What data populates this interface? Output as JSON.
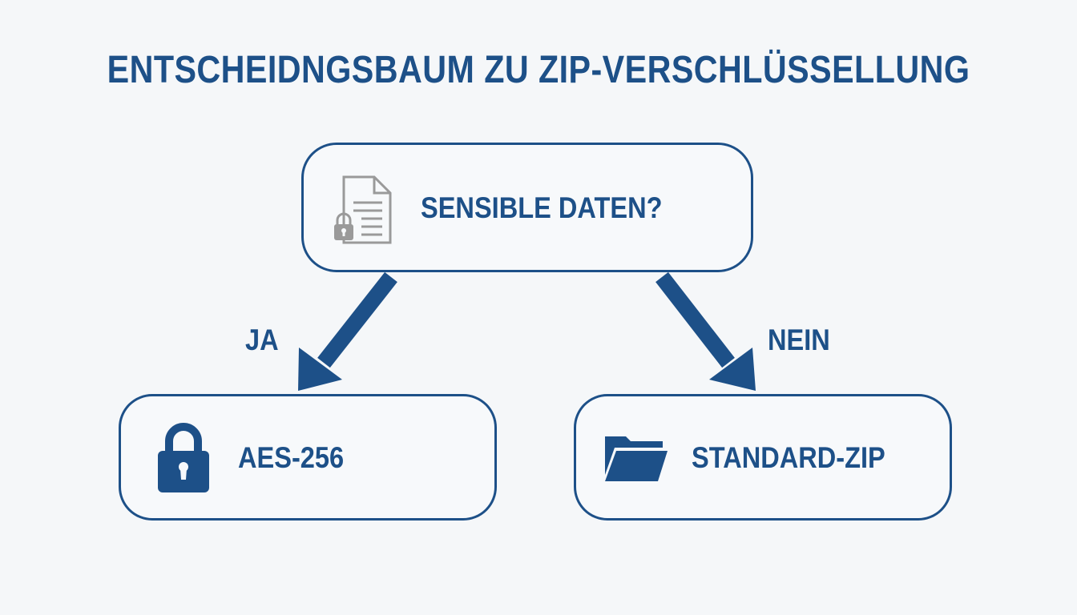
{
  "title": "ENTSCHEIDNGSBAUM ZU ZIP-VERSCHLÜSSELLUNG",
  "root": {
    "label": "SENSIBLE DATEN?",
    "icon": "locked-document-icon"
  },
  "branches": {
    "yes_label": "JA",
    "no_label": "NEIN"
  },
  "outcomes": {
    "yes": {
      "label": "AES-256",
      "icon": "padlock-icon"
    },
    "no": {
      "label": "STANDARD-ZIP",
      "icon": "folder-icon"
    }
  },
  "colors": {
    "primary": "#1d5088",
    "icon_gray": "#9a9a9a",
    "background": "#f5f7f9",
    "node_fill": "#f7f9fb"
  }
}
